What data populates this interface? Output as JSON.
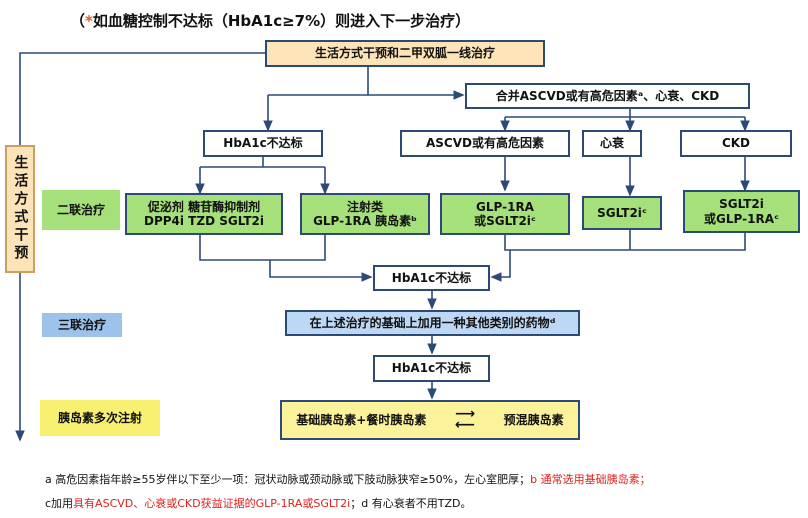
{
  "title": {
    "prefix": "（",
    "star": "*",
    "text": " 如血糖控制不达标（HbA1c≥7%）则进入下一步治疗）"
  },
  "top_box": "生活方式干预和二甲双胍一线治疗",
  "lifestyle_side": "生活方式干预",
  "comorbid_box": "合并ASCVD或有高危因素ᵃ、心衰、CKD",
  "hba1c_box1": "HbA1c不达标",
  "ascvd_box": "ASCVD或有高危因素",
  "hf_box": "心衰",
  "ckd_box": "CKD",
  "dual_label": "二联治疗",
  "dual": {
    "oral": [
      "促泌剂 糖苷酶抑制剂",
      "DPP4i TZD SGLT2i"
    ],
    "inj": [
      "注射类",
      "GLP-1RA 胰岛素ᵇ"
    ],
    "ascvd": [
      "GLP-1RA",
      "或SGLT2iᶜ"
    ],
    "hf": "SGLT2iᶜ",
    "ckd": [
      "SGLT2i",
      "或GLP-1RAᶜ"
    ]
  },
  "hba1c_box2": "HbA1c不达标",
  "triple_label": "三联治疗",
  "triple_box": "在上述治疗的基础上加用一种其他类别的药物ᵈ",
  "hba1c_box3": "HbA1c不达标",
  "insulin_label": "胰岛素多次注射",
  "insulin_box": {
    "left": "基础胰岛素+餐时胰岛素",
    "right": "预混胰岛素"
  },
  "footnotes": {
    "a": "a 高危因素指年龄≥55岁伴以下至少一项：冠状动脉或颈动脉或下肢动脉狭窄≥50%，左心室肥厚；",
    "b": "b  通常选用基础胰岛素；",
    "c1": "c加用",
    "c2": "具有ASCVD、心衰或CKD获益证据的GLP-1RA或SGLT2i",
    "d": "；d  有心衰者不用TZD。"
  }
}
